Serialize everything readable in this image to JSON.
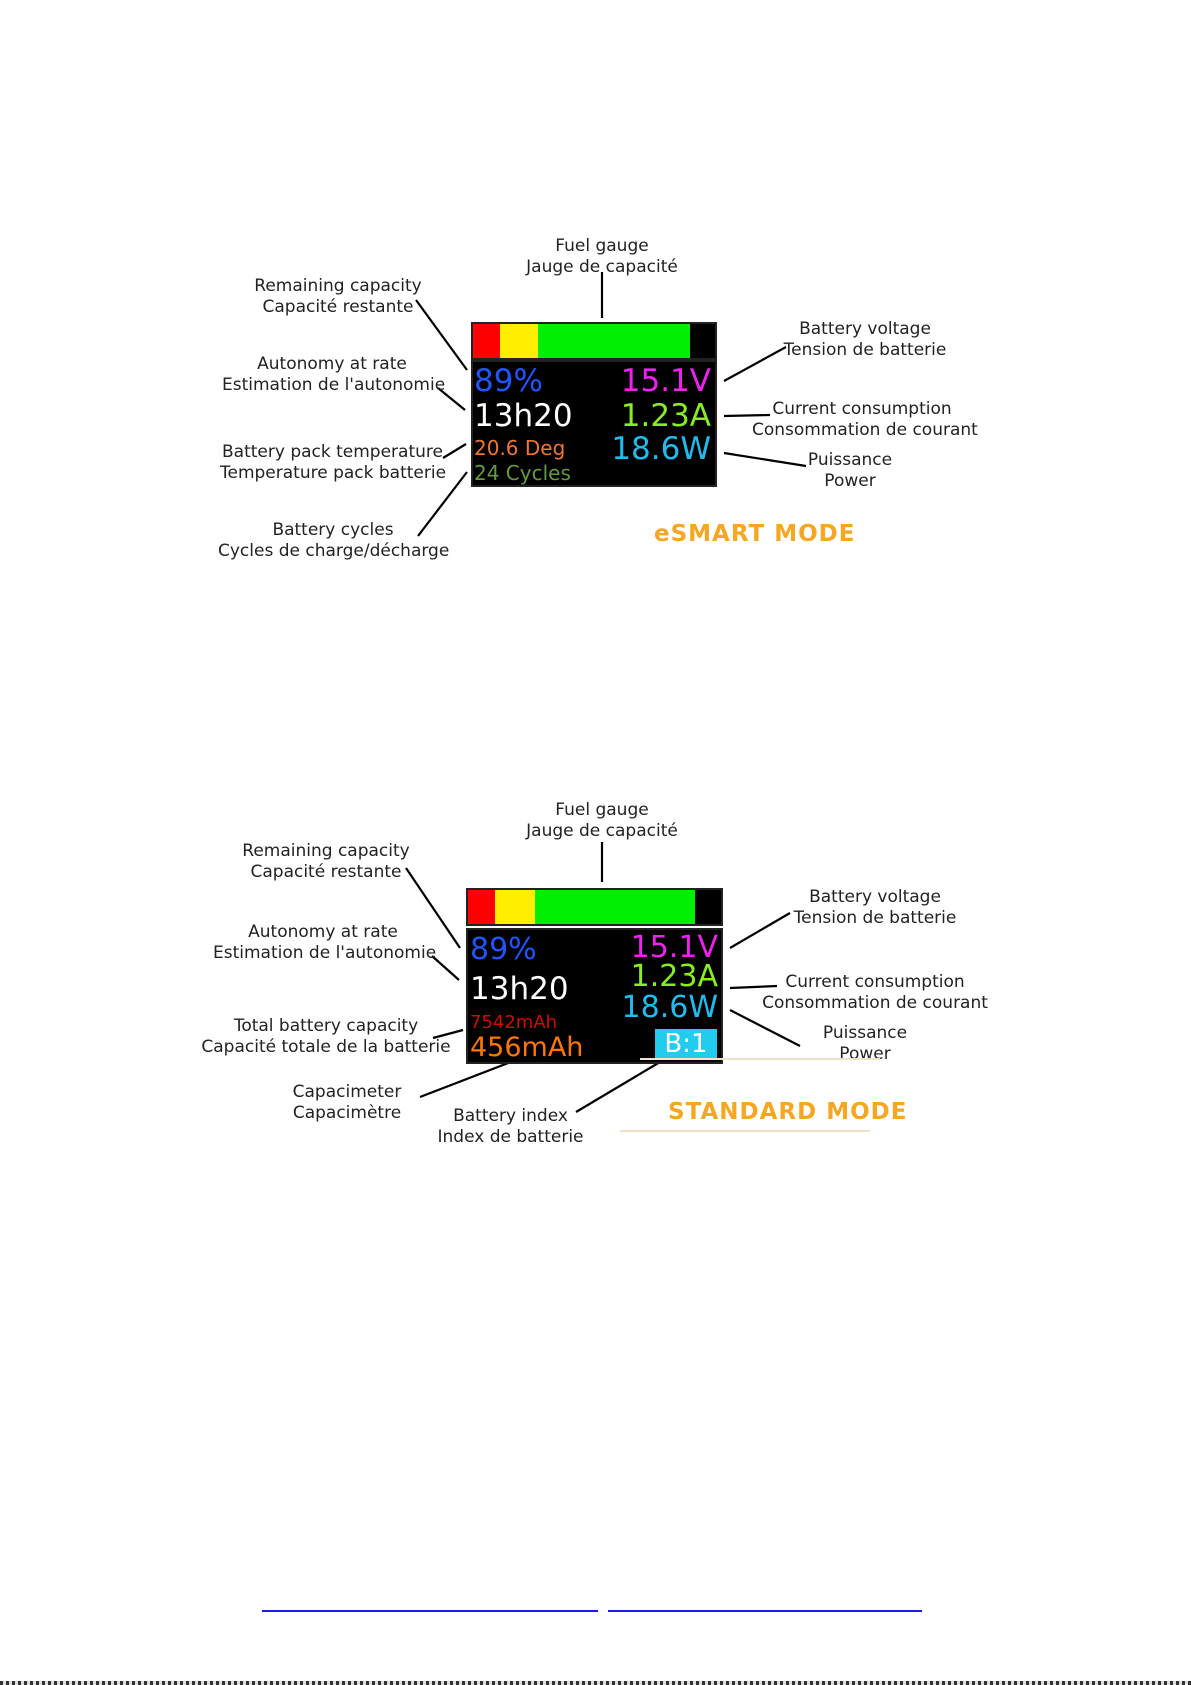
{
  "esmart": {
    "fuel_gauge": [
      "Fuel gauge",
      "Jauge de capacité"
    ],
    "remaining_capacity": [
      "Remaining capacity",
      "Capacité restante"
    ],
    "autonomy": [
      "Autonomy at rate",
      "Estimation de l'autonomie"
    ],
    "temperature": [
      "Battery pack temperature",
      "Temperature pack batterie"
    ],
    "cycles": [
      "Battery cycles",
      "Cycles de charge/décharge"
    ],
    "battery_voltage": [
      "Battery voltage",
      "Tension de batterie"
    ],
    "current": [
      "Current consumption",
      "Consommation de courant"
    ],
    "power": [
      "Puissance",
      "Power"
    ],
    "screen": {
      "percent": "89%",
      "voltage": "15.1V",
      "time": "13h20",
      "current": "1.23A",
      "temp": "20.6 Deg",
      "power": "18.6W",
      "cycles": "24 Cycles"
    },
    "mode_title": "eSMART MODE"
  },
  "standard": {
    "fuel_gauge": [
      "Fuel gauge",
      "Jauge de capacité"
    ],
    "remaining_capacity": [
      "Remaining capacity",
      "Capacité restante"
    ],
    "autonomy": [
      "Autonomy at rate",
      "Estimation de l'autonomie"
    ],
    "total_capacity": [
      "Total battery capacity",
      "Capacité totale de la batterie"
    ],
    "capacimeter": [
      "Capacimeter",
      "Capacimètre"
    ],
    "battery_index": [
      "Battery index",
      "Index de batterie"
    ],
    "battery_voltage": [
      "Battery voltage",
      "Tension de batterie"
    ],
    "current": [
      "Current consumption",
      "Consommation de courant"
    ],
    "power": [
      "Puissance",
      "Power"
    ],
    "screen": {
      "percent": "89%",
      "voltage": "15.1V",
      "time": "13h20",
      "current": "1.23A",
      "power": "18.6W",
      "total_mah": "7542mAh",
      "used_mah": "456mAh",
      "battery_index": "B:1"
    },
    "mode_title": "STANDARD MODE"
  },
  "colors": {
    "red": "#ff0000",
    "yellow": "#ffee00",
    "green": "#00ee00",
    "blue": "#2255ff",
    "magenta": "#ee22ee",
    "lime": "#88ee22",
    "cyan": "#22bbee",
    "orange_text": "#ee7733",
    "olive": "#669944",
    "dark_red": "#cc1100",
    "orange": "#ff7700",
    "mode_orange": "#f5a623"
  }
}
